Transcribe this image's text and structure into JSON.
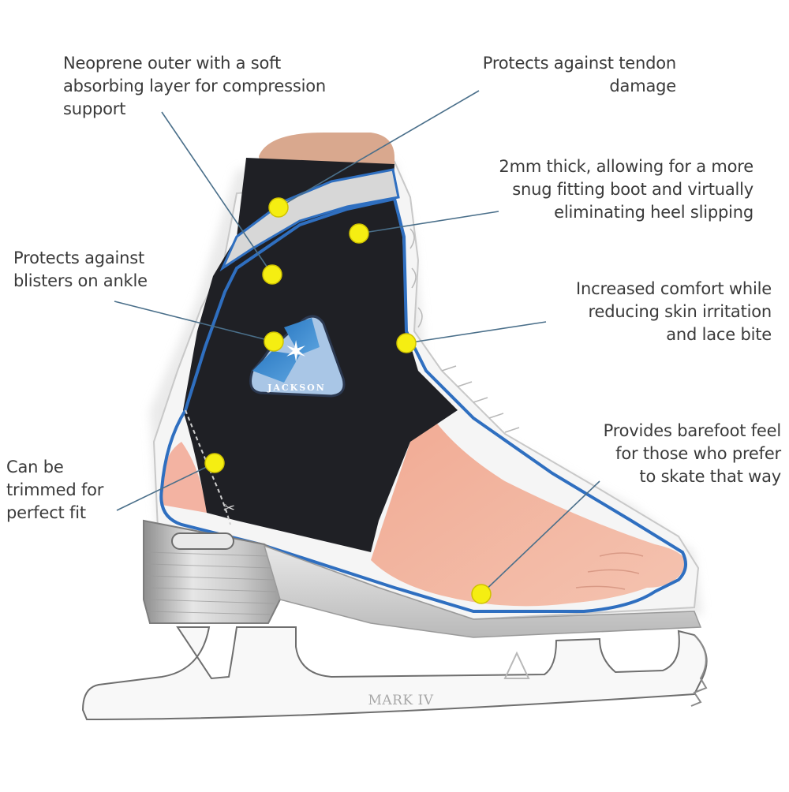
{
  "diagram": {
    "subject": "Figure skate with neoprene ankle liner (cutaway)",
    "colors": {
      "background": "#ffffff",
      "text": "#3a3a3a",
      "leader_line": "#4a6f8a",
      "marker": "#f5ee12",
      "marker_stroke": "#d8c800",
      "liner": "#1e1f24",
      "liner_outline": "#2f6fc0",
      "skin": "#efb49e",
      "boot_white": "#f4f4f4",
      "heel_silver": "#bdbdbd",
      "blade": "#f7f7f7"
    },
    "logo": {
      "text": "JACKSON",
      "color_dark": "#2d7bc4",
      "color_light": "#a9c6e6"
    },
    "blade_text": "MARK IV",
    "callouts": [
      {
        "id": "neoprene",
        "text": "Neoprene outer with a soft\nabsorbing layer for compression\nsupport",
        "align": "left"
      },
      {
        "id": "tendon",
        "text": "Protects against tendon\ndamage",
        "align": "right"
      },
      {
        "id": "thickness",
        "text": "2mm thick, allowing for a more\nsnug fitting boot and virtually\neliminating heel slipping",
        "align": "right"
      },
      {
        "id": "blisters",
        "text": "Protects against\nblisters on ankle",
        "align": "left"
      },
      {
        "id": "comfort",
        "text": "Increased comfort while\nreducing skin irritation\nand lace bite",
        "align": "right"
      },
      {
        "id": "barefoot",
        "text": "Provides barefoot feel\nfor those who prefer\nto skate that way",
        "align": "right"
      },
      {
        "id": "trim",
        "text": "Can be\ntrimmed for\nperfect fit",
        "align": "left"
      }
    ]
  }
}
